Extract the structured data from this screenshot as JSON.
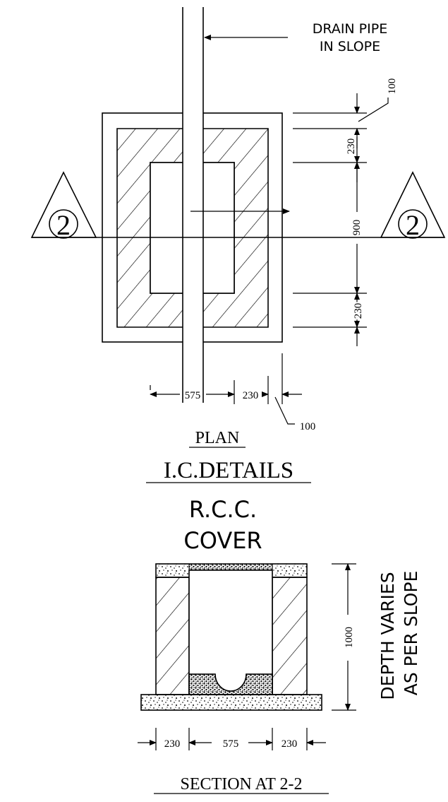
{
  "plan": {
    "drain_pipe_line1": "DRAIN PIPE",
    "drain_pipe_line2": "IN SLOPE",
    "section_marker": "2",
    "dims": {
      "top_offset": "100",
      "wall_top": "230",
      "inner": "900",
      "wall_bottom": "230",
      "inner_width": "575",
      "wall_right": "230",
      "right_offset": "100"
    },
    "title": "PLAN"
  },
  "heading": "I.C.DETAILS",
  "section": {
    "cover_line1": "R.C.C.",
    "cover_line2": "COVER",
    "depth_dim": "1000",
    "depth_note_line1": "DEPTH VARIES",
    "depth_note_line2": "AS PER SLOPE",
    "dims": {
      "wall_left": "230",
      "inner": "575",
      "wall_right": "230"
    },
    "title": "SECTION AT 2-2"
  },
  "colors": {
    "ink": "#000000",
    "paper": "#ffffff"
  }
}
